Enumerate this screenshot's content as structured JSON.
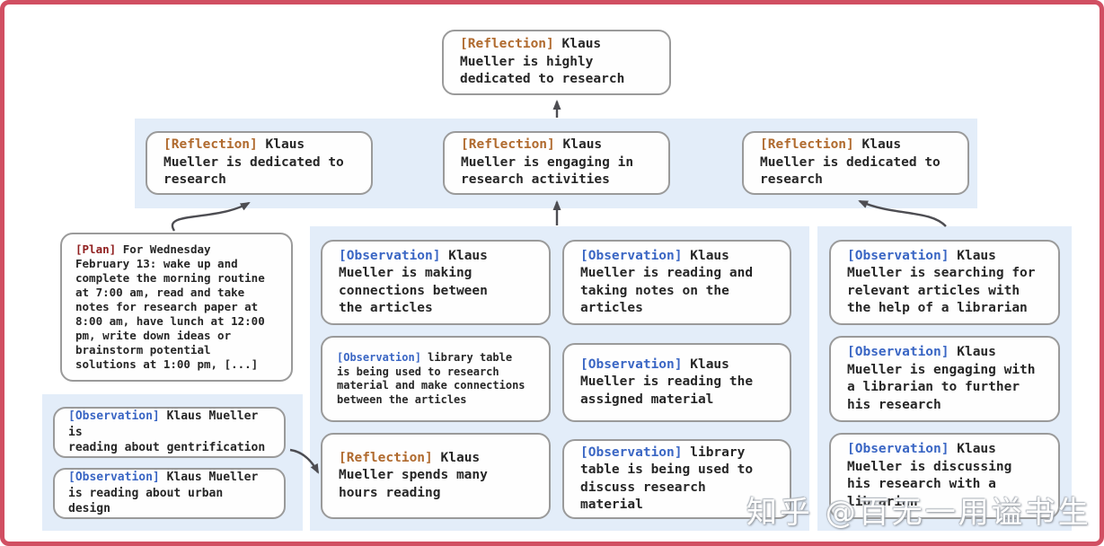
{
  "frame": {
    "border_color": "#d14f62",
    "panel_color": "#e3edf9",
    "reflection_color": "#b06a2e",
    "observation_color": "#3a66c4",
    "plan_color": "#8f1d1d",
    "arrow_color": "#4d4d52"
  },
  "watermark": "知乎 @百无一用谥书生",
  "nodes": {
    "top": {
      "label": "[Reflection]",
      "lines": [
        "Klaus",
        "Mueller is highly",
        "dedicated to research"
      ]
    },
    "row2": [
      {
        "label": "[Reflection]",
        "lines": [
          "Klaus",
          "Mueller is dedicated to",
          "research"
        ]
      },
      {
        "label": "[Reflection]",
        "lines": [
          "Klaus",
          "Mueller is engaging in",
          "research activities"
        ]
      },
      {
        "label": "[Reflection]",
        "lines": [
          "Klaus",
          "Mueller is dedicated to",
          "research"
        ]
      }
    ],
    "plan": {
      "label": "[Plan]",
      "lines": [
        "For Wednesday",
        "February 13: wake up and",
        "complete the morning routine",
        "at 7:00 am, read and take",
        "notes for research paper at",
        "8:00 am, have lunch at 12:00",
        "pm, write down ideas or",
        "brainstorm potential",
        "solutions at 1:00 pm, [...]"
      ]
    },
    "left_panel": [
      {
        "label": "[Observation]",
        "lines": [
          "Klaus Mueller is",
          "reading about gentrification"
        ]
      },
      {
        "label": "[Observation]",
        "lines": [
          "Klaus Mueller",
          "is reading about urban design"
        ]
      }
    ],
    "middle_panel": [
      {
        "label": "[Observation]",
        "lines": [
          "Klaus",
          "Mueller is making",
          "connections between",
          "the articles"
        ]
      },
      {
        "label": "[Observation]",
        "lines": [
          "Klaus",
          "Mueller is reading and",
          "taking notes on the",
          "articles"
        ]
      },
      {
        "label": "[Observation]",
        "lines": [
          "library table",
          "is being used to research",
          "material and make connections",
          "between the articles"
        ]
      },
      {
        "label": "[Observation]",
        "lines": [
          "Klaus",
          "Mueller is reading the",
          "assigned material"
        ]
      },
      {
        "label": "[Reflection]",
        "lines": [
          "Klaus",
          "Mueller spends many",
          "hours reading"
        ]
      },
      {
        "label": "[Observation]",
        "lines": [
          "library",
          "table is being used to",
          "discuss research material"
        ]
      }
    ],
    "right_panel": [
      {
        "label": "[Observation]",
        "lines": [
          "Klaus",
          "Mueller is searching for",
          "relevant articles with",
          "the help of a librarian"
        ]
      },
      {
        "label": "[Observation]",
        "lines": [
          "Klaus",
          "Mueller is engaging with",
          "a librarian to further",
          "his research"
        ]
      },
      {
        "label": "[Observation]",
        "lines": [
          "Klaus",
          "Mueller is discussing",
          "his research with a",
          "librarian"
        ]
      }
    ]
  }
}
